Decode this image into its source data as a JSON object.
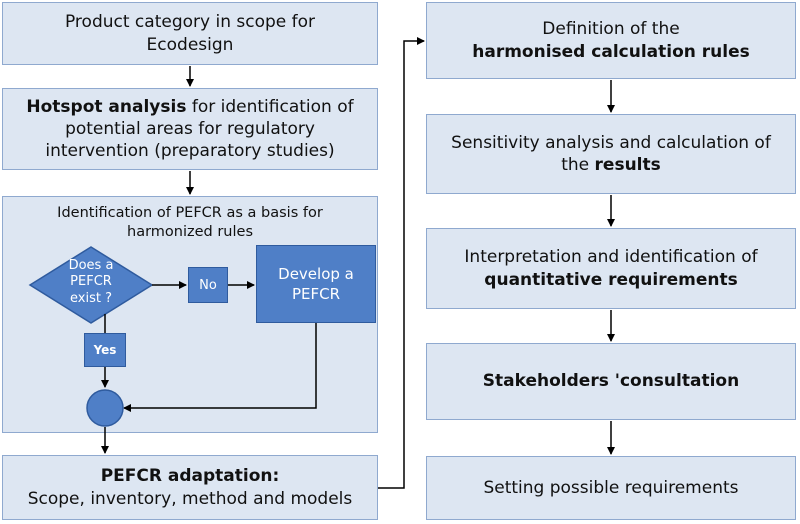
{
  "left": {
    "box1": {
      "line1": "Product category in scope for",
      "line2": "Ecodesign"
    },
    "box2": {
      "bold": "Hotspot analysis",
      "rest": " for identification of",
      "line2": "potential areas for regulatory",
      "line3": "intervention (preparatory studies)"
    },
    "big_box": {
      "title_line1": "Identification of PEFCR as a basis for",
      "title_line2": "harmonized rules",
      "diamond": {
        "line1": "Does a",
        "line2": "PEFCR",
        "line3": "exist ?"
      },
      "no_label": "No",
      "yes_label": "Yes",
      "develop": {
        "line1": "Develop a",
        "line2": "PEFCR"
      }
    },
    "box4": {
      "bold": "PEFCR adaptation:",
      "line2": "Scope, inventory, method and models"
    }
  },
  "right": {
    "box1": {
      "line1": "Definition of the",
      "bold": "harmonised calculation rules"
    },
    "box2": {
      "line1": "Sensitivity analysis and calculation of",
      "line2_pre": "the ",
      "bold": "results"
    },
    "box3": {
      "line1": "Interpretation and identification of",
      "bold": "quantitative requirements"
    },
    "box4": {
      "bold": "Stakeholders 'consultation"
    },
    "box5": {
      "line1": "Setting possible requirements"
    }
  },
  "colors": {
    "box_fill": "#dde6f2",
    "box_border": "#8fa9cf",
    "node_fill": "#4f7fc7",
    "arrow": "#000000"
  }
}
